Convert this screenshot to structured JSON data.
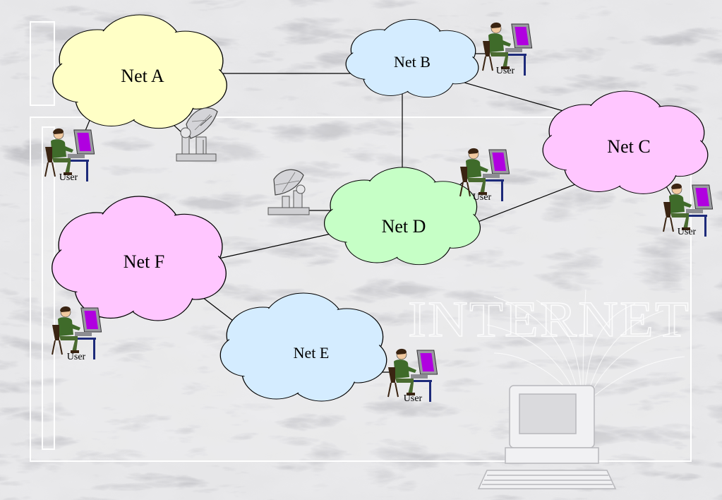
{
  "networks": [
    {
      "id": "a",
      "label": "Net A",
      "color": "#ffffc6"
    },
    {
      "id": "b",
      "label": "Net B",
      "color": "#d4ecff"
    },
    {
      "id": "c",
      "label": "Net C",
      "color": "#ffc6ff"
    },
    {
      "id": "d",
      "label": "Net D",
      "color": "#c6ffc6"
    },
    {
      "id": "e",
      "label": "Net E",
      "color": "#d4ecff"
    },
    {
      "id": "f",
      "label": "Net F",
      "color": "#ffc6ff"
    }
  ],
  "users": [
    {
      "id": "b",
      "label": "User"
    },
    {
      "id": "a",
      "label": "User"
    },
    {
      "id": "d",
      "label": "User"
    },
    {
      "id": "c",
      "label": "User"
    },
    {
      "id": "f",
      "label": "User"
    },
    {
      "id": "e",
      "label": "User"
    }
  ],
  "watermark": {
    "text": "INTERNET"
  },
  "colors": {
    "line": "#000000",
    "monitor_screen": "#b000e0",
    "user_shirt": "#3f6b2a"
  }
}
